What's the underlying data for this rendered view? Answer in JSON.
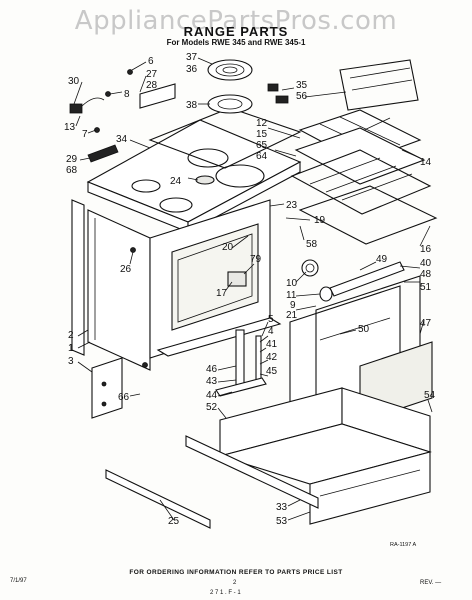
{
  "watermark": "AppliancePartsPros.com",
  "title": "RANGE PARTS",
  "subtitle": "For Models RWE 345 and RWE 345-1",
  "labels": [
    {
      "id": "6",
      "t": "6"
    },
    {
      "id": "27",
      "t": "27"
    },
    {
      "id": "28",
      "t": "28"
    },
    {
      "id": "8",
      "t": "8"
    },
    {
      "id": "30",
      "t": "30"
    },
    {
      "id": "13",
      "t": "13"
    },
    {
      "id": "7",
      "t": "7"
    },
    {
      "id": "34",
      "t": "34"
    },
    {
      "id": "29",
      "t": "29"
    },
    {
      "id": "68",
      "t": "68"
    },
    {
      "id": "37",
      "t": "37"
    },
    {
      "id": "36",
      "t": "36"
    },
    {
      "id": "38",
      "t": "38"
    },
    {
      "id": "35",
      "t": "35"
    },
    {
      "id": "56",
      "t": "56"
    },
    {
      "id": "12",
      "t": "12"
    },
    {
      "id": "15",
      "t": "15"
    },
    {
      "id": "65",
      "t": "65"
    },
    {
      "id": "64",
      "t": "64"
    },
    {
      "id": "14",
      "t": "14"
    },
    {
      "id": "24",
      "t": "24"
    },
    {
      "id": "23",
      "t": "23"
    },
    {
      "id": "19",
      "t": "19"
    },
    {
      "id": "58",
      "t": "58"
    },
    {
      "id": "16",
      "t": "16"
    },
    {
      "id": "20",
      "t": "20"
    },
    {
      "id": "26",
      "t": "26"
    },
    {
      "id": "79",
      "t": "79"
    },
    {
      "id": "17",
      "t": "17"
    },
    {
      "id": "49",
      "t": "49"
    },
    {
      "id": "40",
      "t": "40"
    },
    {
      "id": "48",
      "t": "48"
    },
    {
      "id": "10",
      "t": "10"
    },
    {
      "id": "11",
      "t": "11"
    },
    {
      "id": "9",
      "t": "9"
    },
    {
      "id": "21",
      "t": "21"
    },
    {
      "id": "51",
      "t": "51"
    },
    {
      "id": "47",
      "t": "47"
    },
    {
      "id": "2",
      "t": "2"
    },
    {
      "id": "1",
      "t": "1"
    },
    {
      "id": "3",
      "t": "3"
    },
    {
      "id": "5",
      "t": "5"
    },
    {
      "id": "4",
      "t": "4"
    },
    {
      "id": "41",
      "t": "41"
    },
    {
      "id": "42",
      "t": "42"
    },
    {
      "id": "45",
      "t": "45"
    },
    {
      "id": "46",
      "t": "46"
    },
    {
      "id": "43",
      "t": "43"
    },
    {
      "id": "44",
      "t": "44"
    },
    {
      "id": "52",
      "t": "52"
    },
    {
      "id": "50",
      "t": "50"
    },
    {
      "id": "54",
      "t": "54"
    },
    {
      "id": "66",
      "t": "66"
    },
    {
      "id": "25",
      "t": "25"
    },
    {
      "id": "33",
      "t": "33"
    },
    {
      "id": "53",
      "t": "53"
    }
  ],
  "ref_code": "RA-1197 A",
  "footer": "FOR ORDERING INFORMATION REFER TO PARTS PRICE LIST",
  "footer_left": "7/1/97",
  "page_num": "2",
  "footer_right": "REV. —",
  "bottom_code": "2 7 1 . F - 1"
}
